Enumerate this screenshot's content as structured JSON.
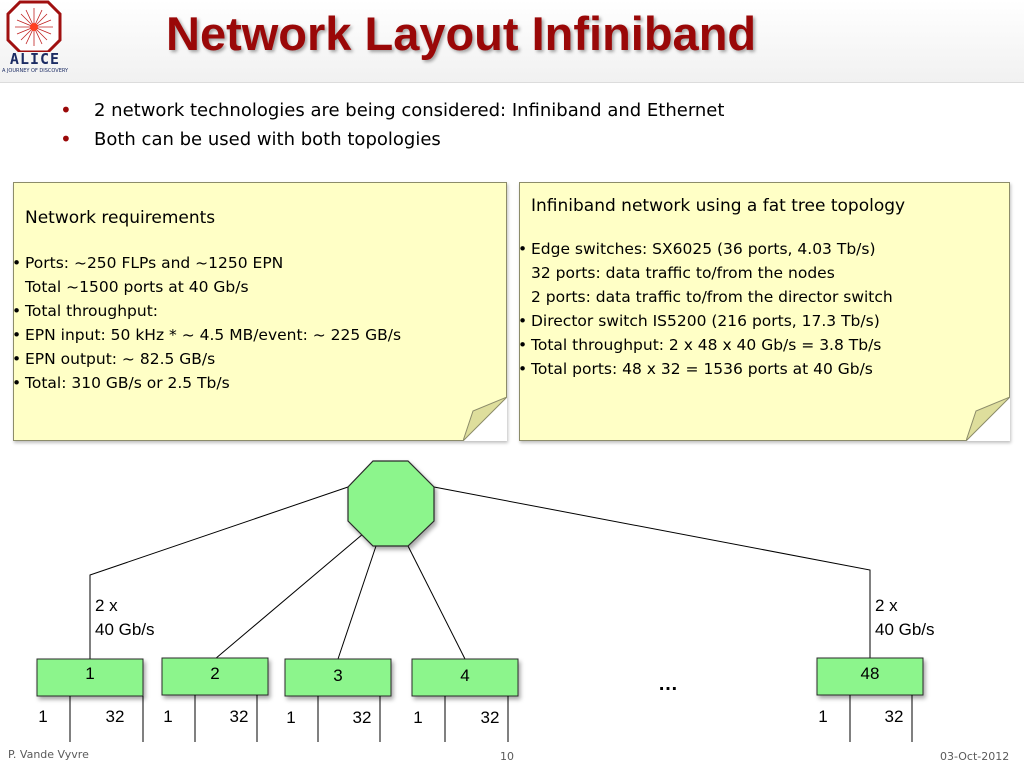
{
  "logo": {
    "name": "ALICE",
    "tagline": "A JOURNEY OF DISCOVERY"
  },
  "title": "Network Layout Infiniband",
  "bullets": [
    "2 network technologies are being considered: Infiniband and Ethernet",
    "Both can be used with both topologies"
  ],
  "left_note": {
    "heading": "Network requirements",
    "line1": "Ports: ~250 FLPs and ~1250 EPN",
    "line2": "Total ~1500 ports at 40 Gb/s",
    "line3": "Total throughput:",
    "sub1": "EPN input: 50 kHz * ~ 4.5 MB/event: ~ 225 GB/s",
    "sub2": "EPN output: ~ 82.5 GB/s",
    "sub3": "Total: 310 GB/s or 2.5 Tb/s"
  },
  "right_note": {
    "heading": "Infiniband network using a fat tree topology",
    "line1": "Edge switches: SX6025 (36 ports, 4.03 Tb/s)",
    "line2": "32 ports: data traffic to/from the nodes",
    "line3": "2 ports: data traffic to/from the director switch",
    "line4": "Director switch IS5200 (216 ports, 17.3 Tb/s)",
    "line5": "Total throughput: 2 x 48 x 40 Gb/s = 3.8 Tb/s",
    "line6": "Total ports: 48 x 32 = 1536 ports at 40 Gb/s"
  },
  "diagram": {
    "link_label_left_1": "2 x",
    "link_label_left_2": "40 Gb/s",
    "link_label_right_1": "2 x",
    "link_label_right_2": "40 Gb/s",
    "switches": [
      {
        "label": "1",
        "port_first": "1",
        "port_last": "32"
      },
      {
        "label": "2",
        "port_first": "1",
        "port_last": "32"
      },
      {
        "label": "3",
        "port_first": "1",
        "port_last": "32"
      },
      {
        "label": "4",
        "port_first": "1",
        "port_last": "32"
      },
      {
        "label": "48",
        "port_first": "1",
        "port_last": "32"
      }
    ],
    "ellipsis": "…",
    "colors": {
      "switch_fill": "#8cf58c",
      "switch_stroke": "#3a3a3a",
      "director_fill": "#8cf58c"
    }
  },
  "footer": {
    "author": "P. Vande Vyvre",
    "page": "10",
    "date": "03-Oct-2012"
  }
}
